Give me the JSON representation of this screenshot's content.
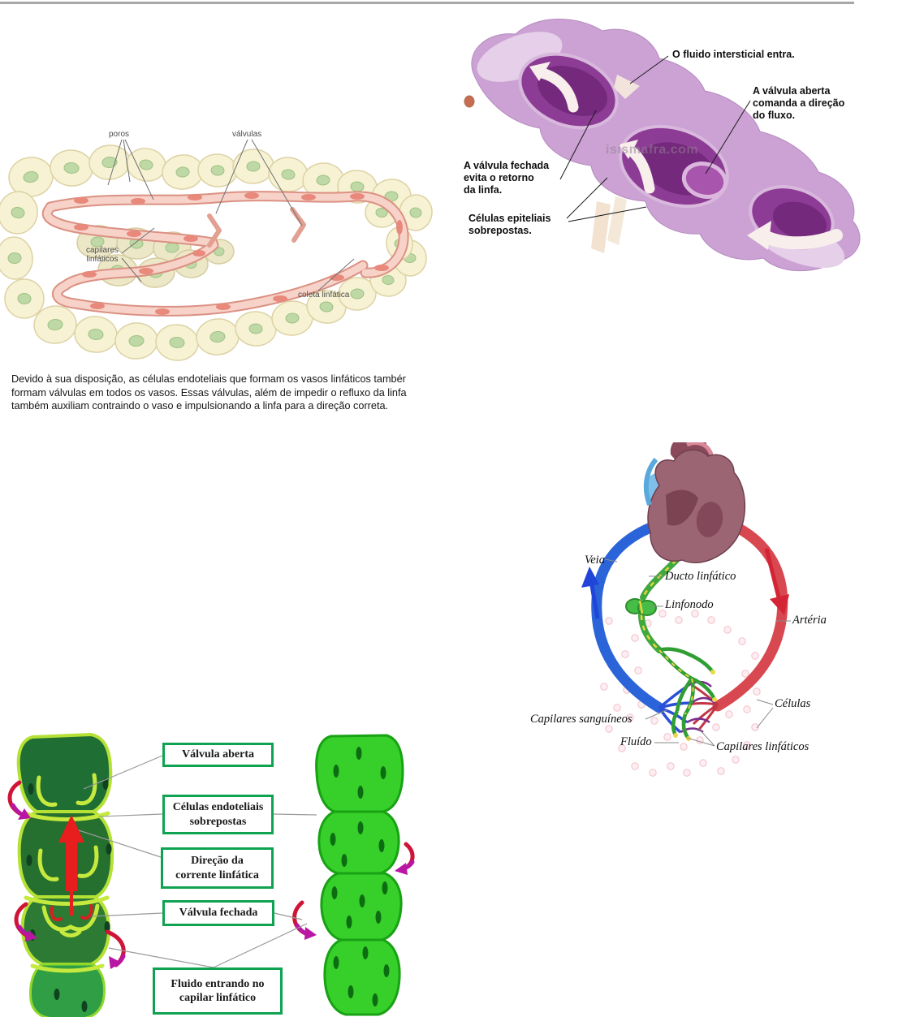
{
  "figA": {
    "label_poros": "poros",
    "label_valvulas": "válvulas",
    "label_capilares": "capilares\nlinfáticos",
    "label_coleta": "coleta linfática",
    "caption": "Devido à sua disposição, as células endoteliais que formam os vasos linfáticos tambér\nformam válvulas em todos os vasos. Essas válvulas, além de impedir o refluxo da linfa\ntambém auxiliam contraindo o vaso e impulsionando a linfa para a direção correta."
  },
  "figB": {
    "label_fluido_entra": "O fluido intersticial entra.",
    "label_valvula_aberta": "A válvula aberta\ncomanda a direção\ndo fluxo.",
    "label_valvula_fechada": "A válvula fechada\nevita o retorno\nda linfa.",
    "label_celulas_epiteliais": "Células epiteliais\nsobrepostas.",
    "watermark": "isismafra.com"
  },
  "figC": {
    "label_veia": "Veia",
    "label_ducto": "Ducto linfático",
    "label_linfonodo": "Linfonodo",
    "label_arteria": "Artéria",
    "label_capilares_sanguineos": "Capilares sanguíneos",
    "label_celulas": "Células",
    "label_fluido": "Fluído",
    "label_capilares_linfaticos": "Capilares linfáticos"
  },
  "figD": {
    "boxes": [
      "Válvula aberta",
      "Células endoteliais\nsobrepostas",
      "Direção da\ncorrente linfática",
      "Válvula fechada",
      "Fluido entrando no\ncapilar linfático"
    ]
  },
  "colors": {
    "divider": "#a7a7a9",
    "tissue_cell_cream": "#f6f2d3",
    "capillary_pink": "#f7d2c8",
    "purple_vessel": "#cba2d3",
    "purple_opening": "#8d3c95",
    "vein_blue": "#2b64d9",
    "artery_red": "#d84850",
    "lymph_green": "#3fa83f",
    "box_border_green": "#0fa351",
    "bright_green": "#37cf2a",
    "dark_green": "#1f6f35",
    "arrow_red": "#e81e1e",
    "arrow_magenta": "#b816a3"
  }
}
